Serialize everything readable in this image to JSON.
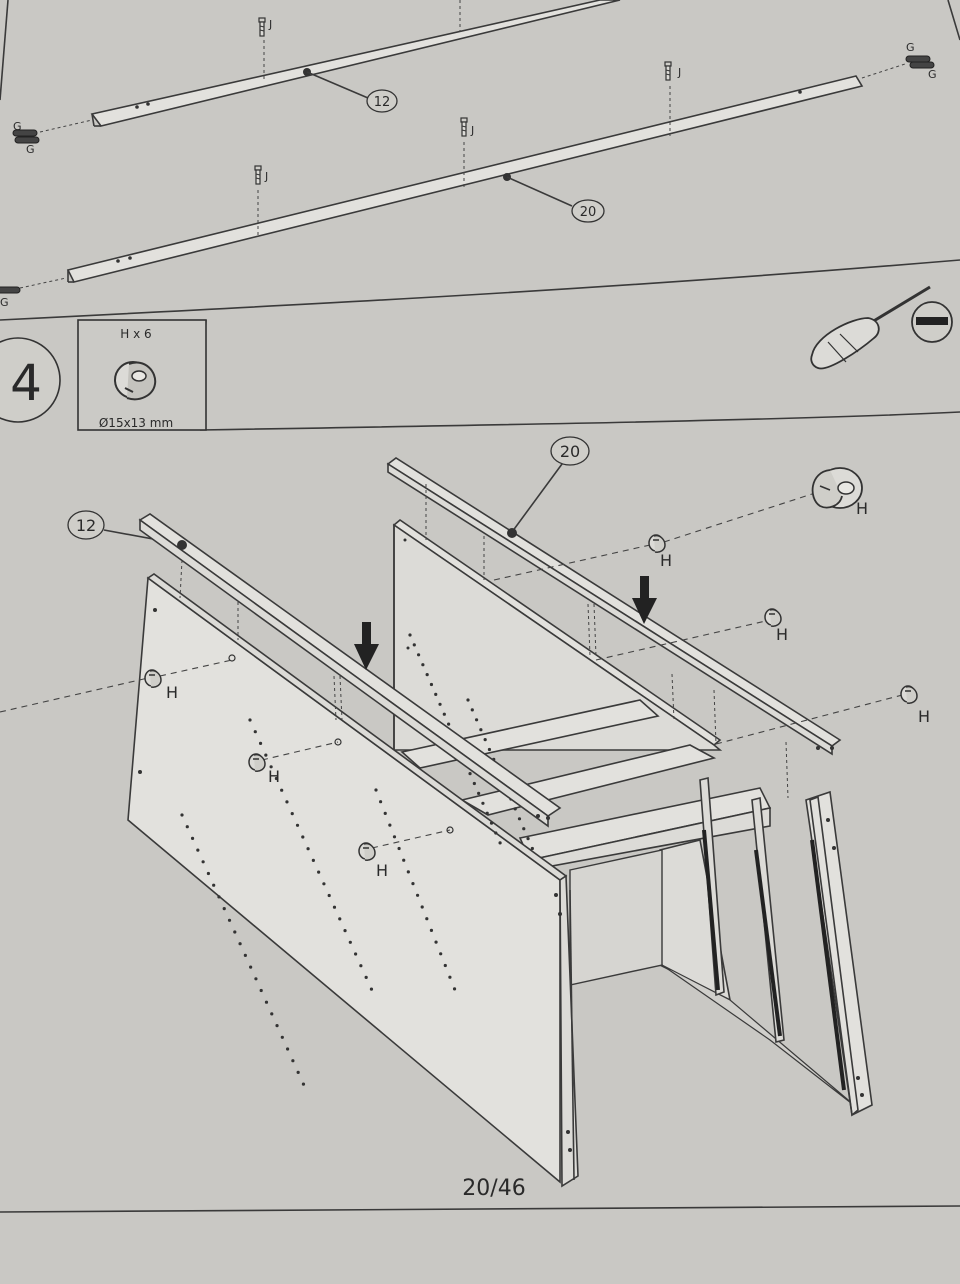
{
  "step": {
    "number": "4",
    "parts_box": {
      "quantity_label": "H x 6",
      "dimension_label": "Ø15x13 mm"
    },
    "tool": "flat-screwdriver-icon"
  },
  "top_section": {
    "part_callouts": [
      "12",
      "20"
    ],
    "screw_label": "J",
    "dowel_label": "G"
  },
  "main_diagram": {
    "part_callouts": [
      "12",
      "20"
    ],
    "cam_lock_label": "H",
    "press_direction": "arrow-down-icon"
  },
  "page_number": "20/46",
  "colors": {
    "paper": "#c9c8c4",
    "ink": "#3a3a3a"
  }
}
